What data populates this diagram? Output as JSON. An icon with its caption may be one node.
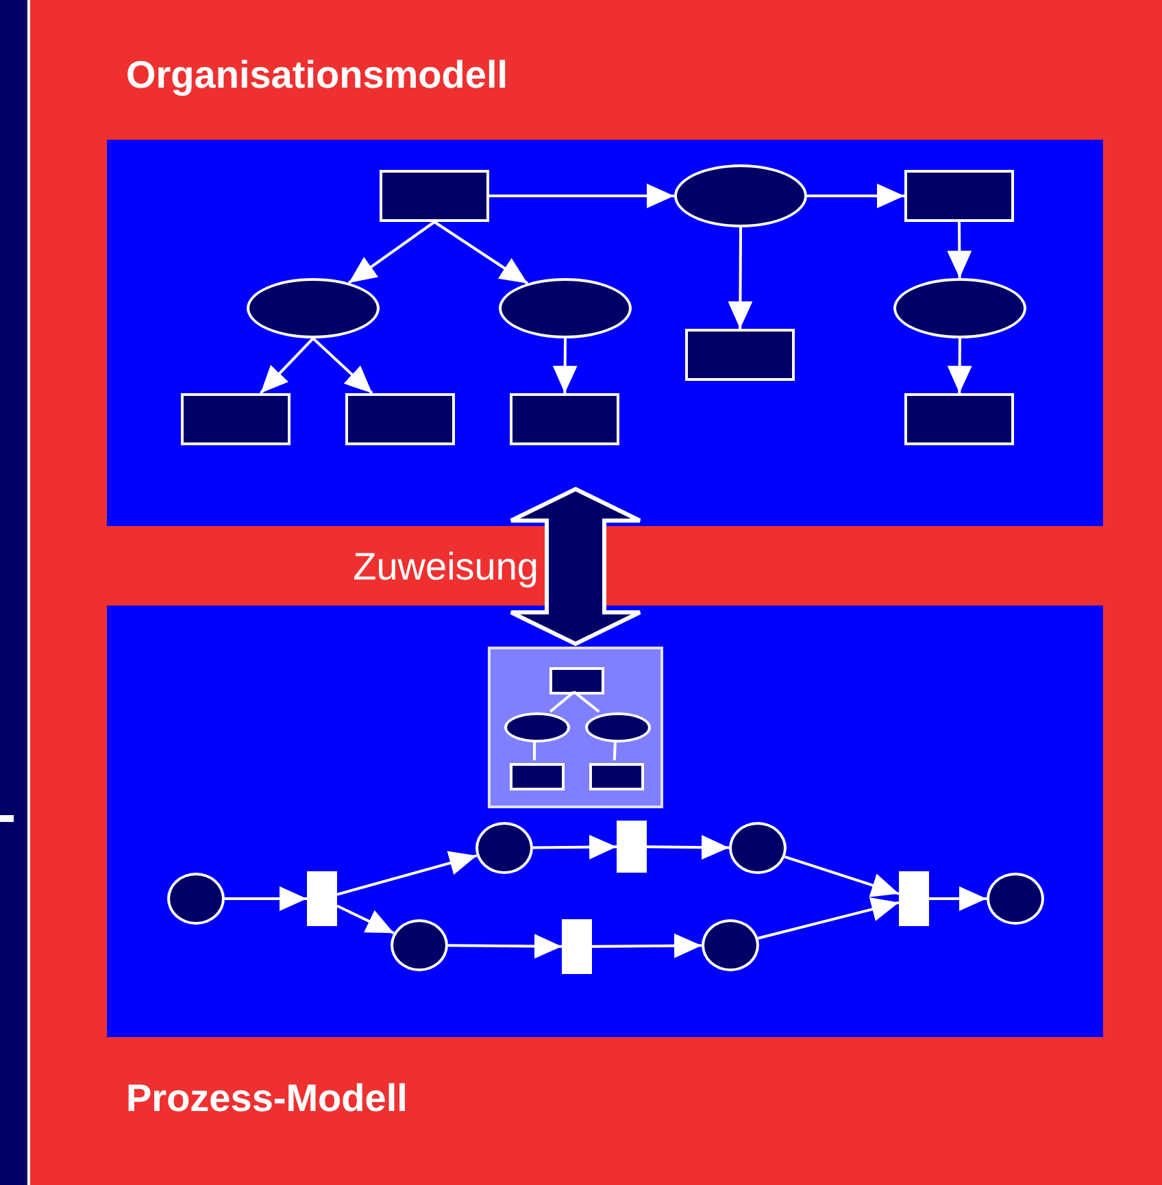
{
  "diagram": {
    "nodes": [
      {
        "text": [
          "Organisationsmodell"
        ]
      },
      {
        "text": [],
        "shape": "box",
        "in": 0
      },
      {
        "text": [],
        "shape": "ellipse",
        "in": 0
      },
      {
        "text": [],
        "shape": "box",
        "in": 0
      },
      {
        "text": [],
        "shape": "ellipse",
        "in": 0
      },
      {
        "text": [],
        "shape": "ellipse",
        "in": 0
      },
      {
        "text": [],
        "shape": "box",
        "in": 0
      },
      {
        "text": [],
        "shape": "ellipse",
        "in": 0
      },
      {
        "text": [],
        "shape": "box",
        "in": 0
      },
      {
        "text": [],
        "shape": "box",
        "in": 0
      },
      {
        "text": [],
        "shape": "box",
        "in": 0
      },
      {
        "text": [],
        "shape": "box",
        "in": 0
      },
      {
        "text": [
          "Prozess-Modell"
        ]
      },
      {
        "text": [],
        "shape": "box",
        "in": 12
      },
      {
        "text": [],
        "shape": "box",
        "in": 13
      },
      {
        "text": [],
        "shape": "ellipse",
        "in": 13
      },
      {
        "text": [],
        "shape": "ellipse",
        "in": 13
      },
      {
        "text": [],
        "shape": "box",
        "in": 13
      },
      {
        "text": [],
        "shape": "box",
        "in": 13
      },
      {
        "text": [],
        "shape": "circle",
        "in": 12
      },
      {
        "text": [],
        "shape": "bar",
        "in": 12
      },
      {
        "text": [],
        "shape": "circle",
        "in": 12
      },
      {
        "text": [],
        "shape": "bar",
        "in": 12
      },
      {
        "text": [],
        "shape": "circle",
        "in": 12
      },
      {
        "text": [],
        "shape": "circle",
        "in": 12
      },
      {
        "text": [],
        "shape": "bar",
        "in": 12
      },
      {
        "text": [],
        "shape": "circle",
        "in": 12
      },
      {
        "text": [],
        "shape": "bar",
        "in": 12
      },
      {
        "text": [],
        "shape": "circle",
        "in": 12
      }
    ],
    "edges": [
      {
        "from": 1,
        "to": 2,
        "arrow": "to"
      },
      {
        "from": 2,
        "to": 3,
        "arrow": "to"
      },
      {
        "from": 1,
        "to": 4,
        "arrow": "to"
      },
      {
        "from": 1,
        "to": 5,
        "arrow": "to"
      },
      {
        "from": 2,
        "to": 6,
        "arrow": "to"
      },
      {
        "from": 3,
        "to": 7,
        "arrow": "to"
      },
      {
        "from": 4,
        "to": 8,
        "arrow": "to"
      },
      {
        "from": 4,
        "to": 9,
        "arrow": "to"
      },
      {
        "from": 5,
        "to": 10,
        "arrow": "to"
      },
      {
        "from": 7,
        "to": 11,
        "arrow": "to"
      },
      {
        "from": 14,
        "to": 15,
        "arrow": "none"
      },
      {
        "from": 14,
        "to": 16,
        "arrow": "none"
      },
      {
        "from": 15,
        "to": 17,
        "arrow": "none"
      },
      {
        "from": 16,
        "to": 18,
        "arrow": "none"
      },
      {
        "from": 0,
        "to": 13,
        "arrow": "both",
        "style": "thick",
        "label": "Zuweisung"
      },
      {
        "from": 19,
        "to": 20,
        "arrow": "to"
      },
      {
        "from": 20,
        "to": 21,
        "arrow": "to"
      },
      {
        "from": 20,
        "to": 24,
        "arrow": "to"
      },
      {
        "from": 21,
        "to": 22,
        "arrow": "to"
      },
      {
        "from": 22,
        "to": 23,
        "arrow": "to"
      },
      {
        "from": 24,
        "to": 25,
        "arrow": "to"
      },
      {
        "from": 25,
        "to": 26,
        "arrow": "to"
      },
      {
        "from": 23,
        "to": 27,
        "arrow": "to"
      },
      {
        "from": 26,
        "to": 27,
        "arrow": "to"
      },
      {
        "from": 27,
        "to": 28,
        "arrow": "to"
      }
    ]
  }
}
